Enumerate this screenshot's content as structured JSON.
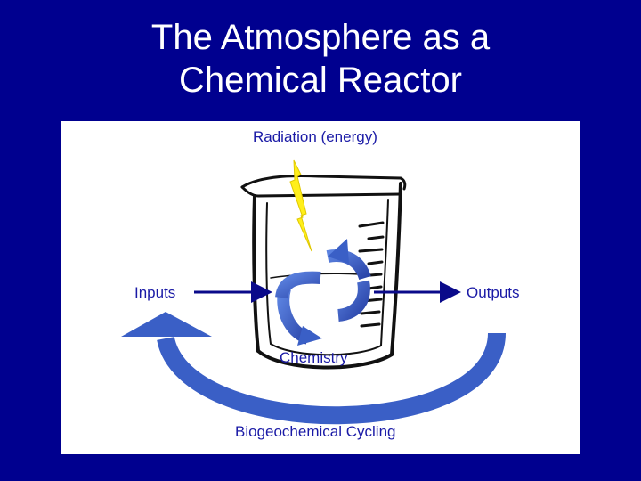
{
  "title": {
    "line1": "The Atmosphere as a",
    "line2": "Chemical Reactor"
  },
  "diagram": {
    "radiation_label": "Radiation (energy)",
    "inputs_label": "Inputs",
    "outputs_label": "Outputs",
    "chemistry_label": "Chemistry",
    "cycling_label": "Biogeochemical Cycling"
  },
  "colors": {
    "background": "#00008f",
    "panel": "#ffffff",
    "label_text": "#1a1aa6",
    "arrow_blue": "#3a5fc6",
    "lightning": "#ffef1a"
  },
  "icons": [
    "beaker-icon",
    "lightning-bolt-icon",
    "recycle-arrows-icon"
  ]
}
